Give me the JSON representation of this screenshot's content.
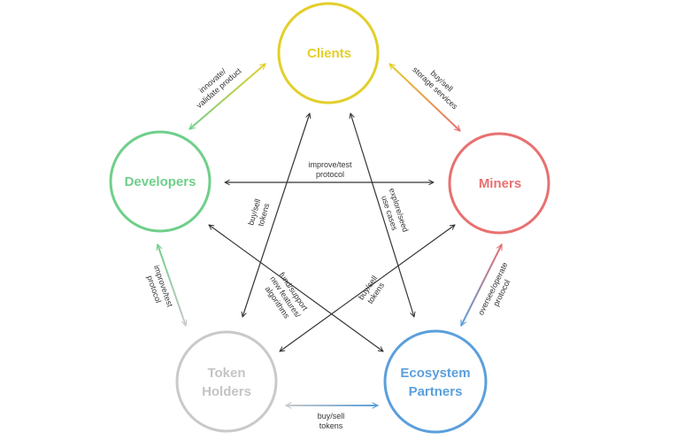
{
  "colors": {
    "clients": "#e3cf2a",
    "developers": "#6fcf8a",
    "miners": "#e87070",
    "token_holders": "#c9c9c9",
    "ecosystem_partners": "#5b9fdc",
    "arrow": "#333333"
  },
  "nodes": {
    "clients": {
      "line1": "Clients",
      "line2": ""
    },
    "developers": {
      "line1": "Developers",
      "line2": ""
    },
    "miners": {
      "line1": "Miners",
      "line2": ""
    },
    "token_holders": {
      "line1": "Token",
      "line2": "Holders"
    },
    "ecosystem_partners": {
      "line1": "Ecosystem",
      "line2": "Partners"
    }
  },
  "edges": {
    "developers_clients": {
      "line1": "innovate/",
      "line2": "validate product",
      "line3": ""
    },
    "clients_miners": {
      "line1": "buy/sell",
      "line2": "storage services",
      "line3": ""
    },
    "developers_miners": {
      "line1": "improve/test",
      "line2": "protocol",
      "line3": ""
    },
    "developers_token_holders": {
      "line1": "improve/test",
      "line2": "protocol",
      "line3": ""
    },
    "miners_ecosystem_partners": {
      "line1": "oversee/operate",
      "line2": "protocol",
      "line3": ""
    },
    "token_holders_ecosystem_partners": {
      "line1": "buy/sell",
      "line2": "tokens",
      "line3": ""
    },
    "clients_token_holders": {
      "line1": "buy/sell",
      "line2": "tokens",
      "line3": ""
    },
    "clients_ecosystem_partners": {
      "line1": "explore/seed",
      "line2": "use cases",
      "line3": ""
    },
    "developers_ecosystem_partners": {
      "line1": "fund/support",
      "line2": "new features/",
      "line3": "algorithms"
    },
    "miners_token_holders": {
      "line1": "buy/sell",
      "line2": "tokens",
      "line3": ""
    }
  }
}
